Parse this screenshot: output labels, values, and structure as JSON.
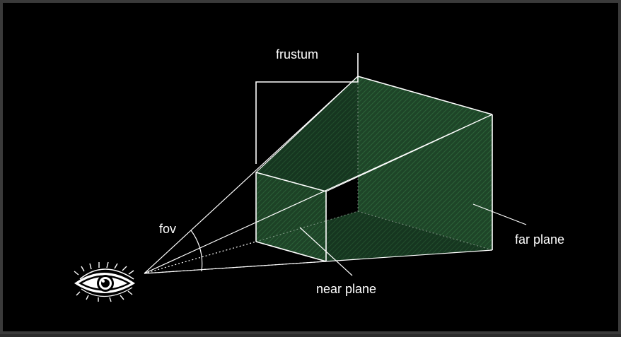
{
  "diagram": {
    "labels": {
      "frustum": "frustum",
      "fov": "fov",
      "near_plane": "near plane",
      "far_plane": "far plane"
    },
    "colors": {
      "background": "#000000",
      "line": "#ffffff",
      "volume_fill": "#1f4a2a"
    },
    "icons": {
      "eye": "eye-icon"
    }
  }
}
